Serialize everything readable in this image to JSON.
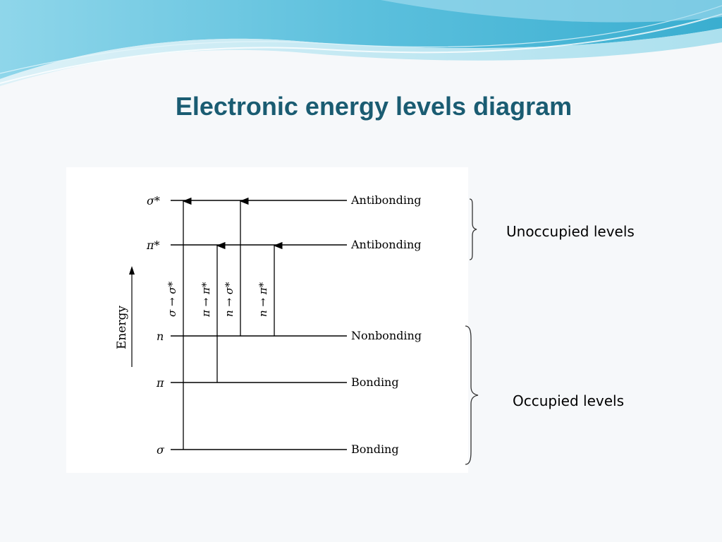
{
  "slide": {
    "title": "Electronic energy levels diagram"
  },
  "diagram": {
    "axis_label": "Energy",
    "levels": [
      {
        "symbol": "σ*",
        "description": "Antibonding"
      },
      {
        "symbol": "π*",
        "description": "Antibonding"
      },
      {
        "symbol": "n",
        "description": "Nonbonding"
      },
      {
        "symbol": "π",
        "description": "Bonding"
      },
      {
        "symbol": "σ",
        "description": "Bonding"
      }
    ],
    "transitions": [
      {
        "label": "σ → σ*",
        "from": "σ",
        "to": "σ*"
      },
      {
        "label": "π → π*",
        "from": "π",
        "to": "π*"
      },
      {
        "label": "n → σ*",
        "from": "n",
        "to": "σ*"
      },
      {
        "label": "n → π*",
        "from": "n",
        "to": "π*"
      }
    ]
  },
  "groups": {
    "unoccupied": "Unoccupied levels",
    "occupied": "Occupied levels"
  },
  "colors": {
    "title": "#1a5c72",
    "banner_light": "#bfe6f2",
    "banner_mid": "#7fcde3",
    "banner_dark": "#3aaed0"
  }
}
